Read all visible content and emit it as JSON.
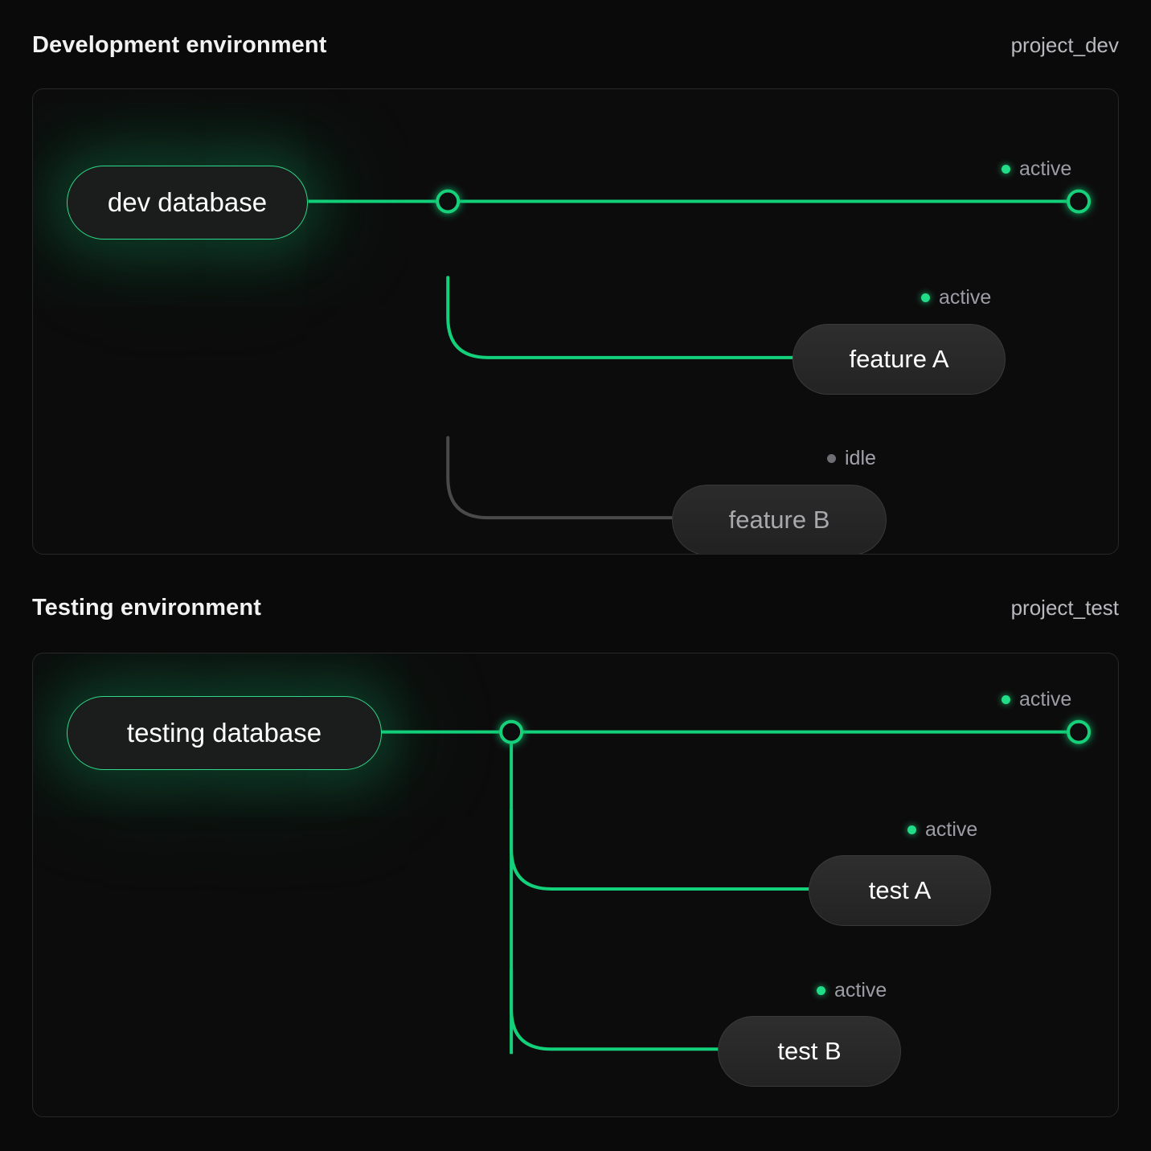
{
  "theme": {
    "page_bg": "#0a0a0a",
    "card_bg": "#0c0c0c",
    "card_border": "#282828",
    "accent_green": "#22dd88",
    "line_green": "#13d17a",
    "line_idle": "#4a4a4a",
    "text_primary": "#f2f2f2",
    "text_muted": "#9d9da6",
    "text_idle": "#a8a8ad"
  },
  "sections": [
    {
      "id": "development",
      "title": "Development environment",
      "project": "project_dev",
      "source": {
        "label": "dev database",
        "state": "active"
      },
      "trunk_status": {
        "label": "active",
        "state": "active"
      },
      "nodes": [
        {
          "label": "feature A",
          "status": "active",
          "state": "active"
        },
        {
          "label": "feature B",
          "status": "idle",
          "state": "idle"
        }
      ]
    },
    {
      "id": "testing",
      "title": "Testing environment",
      "project": "project_test",
      "source": {
        "label": "testing database",
        "state": "active"
      },
      "trunk_status": {
        "label": "active",
        "state": "active"
      },
      "nodes": [
        {
          "label": "test A",
          "status": "active",
          "state": "active"
        },
        {
          "label": "test B",
          "status": "active",
          "state": "active"
        }
      ]
    }
  ]
}
